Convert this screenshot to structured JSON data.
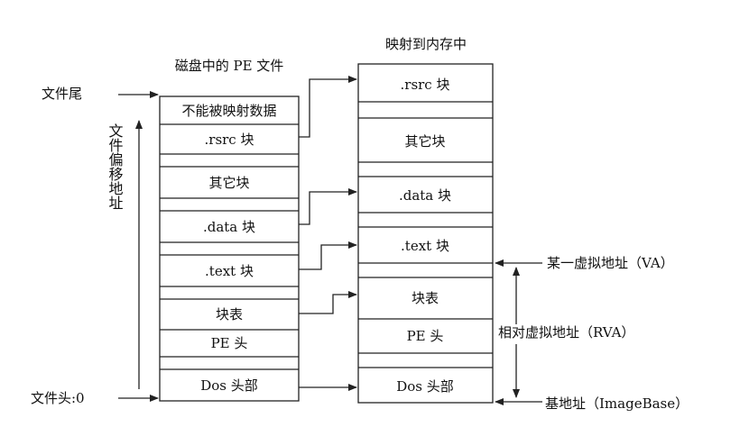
{
  "headers": {
    "disk": "磁盘中的 PE 文件",
    "memory": "映射到内存中"
  },
  "left_labels": {
    "file_end": "文件尾",
    "file_start": "文件头:0",
    "offset": "文件偏移地址"
  },
  "disk_blocks": [
    "不能被映射数据",
    ".rsrc 块",
    "",
    "其它块",
    "",
    ".data 块",
    "",
    ".text 块",
    "",
    "块表",
    "PE 头",
    "",
    "Dos 头部"
  ],
  "memory_blocks": [
    ".rsrc 块",
    "",
    "其它块",
    "",
    ".data 块",
    "",
    ".text 块",
    "",
    "块表",
    "PE 头",
    "",
    "Dos 头部"
  ],
  "right_labels": {
    "va": "某一虚拟地址（VA）",
    "rva": "相对虚拟地址（RVA）",
    "image_base": "基地址（ImageBase）"
  }
}
